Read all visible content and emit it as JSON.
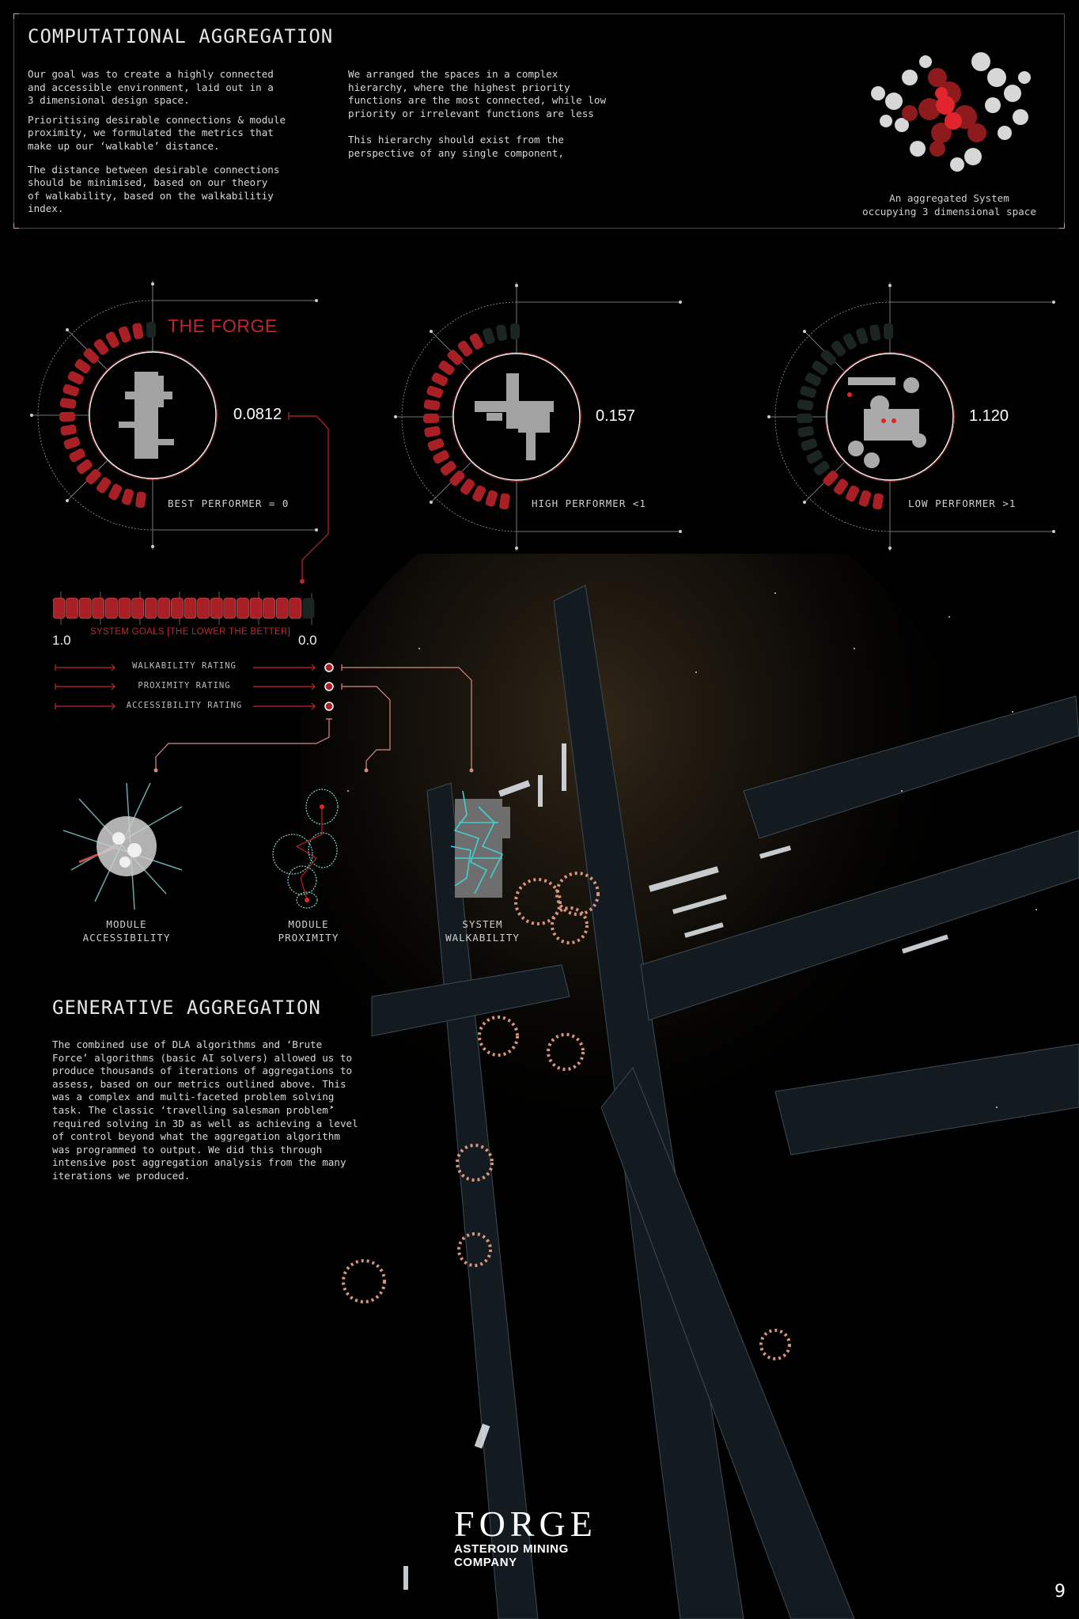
{
  "header": {
    "title": "COMPUTATIONAL AGGREGATION",
    "left_paragraphs": [
      "Our goal was to create a highly connected\nand accessible environment, laid out in a\n3 dimensional design space.",
      "Prioritising desirable connections & module\nproximity, we formulated the metrics that\nmake up our ‘walkable’ distance.",
      "The distance between desirable connections\nshould be minimised, based on our theory\nof walkability, based on the walkabilitiy\nindex."
    ],
    "middle_paragraphs": [
      "We arranged the spaces in a complex\nhierarchy, where the highest priority\nfunctions are the most connected, while low\npriority or irrelevant functions are less",
      "This hierarchy should exist from the\nperspective of any single component,"
    ],
    "image_caption": "An aggregated System\noccupying 3 dimensional space"
  },
  "gauges": [
    {
      "title": "THE FORGE",
      "value": "0.0812",
      "label": "BEST PERFORMER = 0",
      "filled_segments": 19,
      "total_segments": 20
    },
    {
      "title": "",
      "value": "0.157",
      "label": "HIGH PERFORMER <1",
      "filled_segments": 17,
      "total_segments": 20
    },
    {
      "title": "",
      "value": "1.120",
      "label": "LOW PERFORMER >1",
      "filled_segments": 5,
      "total_segments": 20
    }
  ],
  "system_goals": {
    "label": "SYSTEM GOALS [THE LOWER THE BETTER]",
    "start": "1.0",
    "end": "0.0",
    "filled_segments": 19,
    "total_segments": 20
  },
  "ratings": [
    {
      "label": "WALKABILITY RATING"
    },
    {
      "label": "PROXIMITY RATING"
    },
    {
      "label": "ACCESSIBILITY  RATING"
    }
  ],
  "models": [
    {
      "label": "MODULE\nACCESSIBILITY"
    },
    {
      "label": "MODULE\nPROXIMITY"
    },
    {
      "label": "SYSTEM\nWALKABILITY"
    }
  ],
  "generative": {
    "title": "GENERATIVE AGGREGATION",
    "paragraph": "The combined use of DLA algorithms and ‘Brute\nForce’ algorithms (basic AI solvers) allowed us to\nproduce thousands of iterations of aggregations to\nassess, based on our metrics outlined above. This\nwas a complex and multi-faceted problem solving\ntask. The classic ‘travelling salesman problem’\nrequired solving in 3D as well as achieving a level\nof control beyond what the aggregation algorithm\nwas programmed to output. We did this through\nintensive post aggregation analysis from the many\niterations we produced."
  },
  "logo": {
    "name": "FORGE",
    "subtitle": "ASTEROID MINING COMPANY"
  },
  "page_number": "9",
  "colors": {
    "accent_red": "#c0262d",
    "segment_red": "#a82026",
    "segment_dark": "#1b2522",
    "connector": "#d98a86",
    "background": "#000000"
  }
}
